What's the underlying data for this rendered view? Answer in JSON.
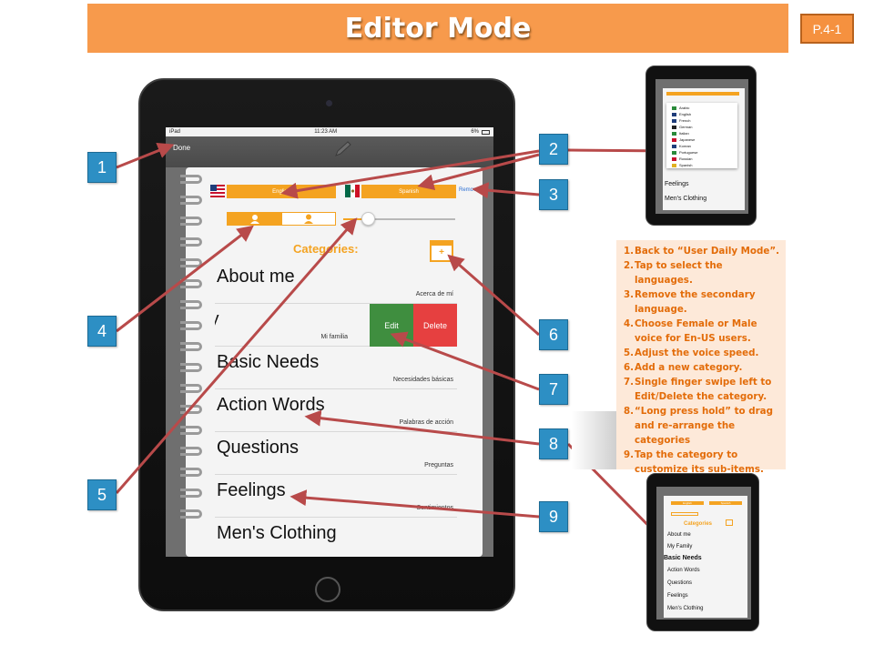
{
  "slide": {
    "title": "Editor Mode",
    "page_label": "P.4-1"
  },
  "device": {
    "status": {
      "carrier": "iPad",
      "time": "11:23 AM",
      "battery": "6%"
    },
    "nav": {
      "done_label": "Done"
    },
    "languages": {
      "primary": "English",
      "secondary": "Spanish",
      "remove_label": "Remove"
    },
    "voice": {
      "selected": "female"
    },
    "speed": {
      "value": 0.22
    },
    "categories_title": "Categories:",
    "categories": [
      {
        "name": "About me",
        "translation": "Acerca de mí"
      },
      {
        "name": "ly",
        "translation": "Mi familia",
        "swiped": true
      },
      {
        "name": "Basic Needs",
        "translation": "Necesidades básicas"
      },
      {
        "name": "Action Words",
        "translation": "Palabras de acción"
      },
      {
        "name": "Questions",
        "translation": "Preguntas"
      },
      {
        "name": "Feelings",
        "translation": "Sentimientos"
      },
      {
        "name": "Men's Clothing",
        "translation": ""
      }
    ],
    "swipe_actions": {
      "edit_label": "Edit",
      "delete_label": "Delete"
    }
  },
  "callouts": [
    "1",
    "2",
    "3",
    "4",
    "5",
    "6",
    "7",
    "8",
    "9"
  ],
  "instructions": [
    {
      "num": "1.",
      "text": "Back to “User Daily Mode”."
    },
    {
      "num": "2.",
      "text": "Tap to select the languages."
    },
    {
      "num": "3.",
      "text": "Remove the secondary language."
    },
    {
      "num": "4.",
      "text": "Choose Female or Male voice for En-US users."
    },
    {
      "num": "5.",
      "text": "Adjust the voice speed."
    },
    {
      "num": "6.",
      "text": "Add a new category."
    },
    {
      "num": "7.",
      "text": "Single finger swipe left to Edit/Delete the category."
    },
    {
      "num": "8.",
      "text": "“Long press hold” to drag and re-arrange the categories"
    },
    {
      "num": "9.",
      "text": "Tap the category to customize its sub-items."
    }
  ],
  "mini_language_picker": {
    "languages": [
      "Arabic",
      "English",
      "French",
      "German",
      "Italian",
      "Japanese",
      "Korean",
      "Portuguese",
      "Russian",
      "Spanish"
    ],
    "rows": [
      "Feelings",
      "Men's Clothing"
    ]
  },
  "mini_drag": {
    "categories_title": "Categories",
    "primary": "English",
    "secondary": "Spanish",
    "items": [
      "About me",
      "My Family",
      "Basic Needs",
      "Action Words",
      "Questions",
      "Feelings",
      "Men's Clothing"
    ]
  },
  "colors": {
    "accent": "#f4a321",
    "title_bar": "#f79a4c",
    "callout": "#2d8fc4",
    "arrow": "#b84a4a",
    "edit": "#3f8e3f",
    "delete": "#e64040",
    "instructions_text": "#e36c09",
    "instructions_bg": "#fde9d9"
  }
}
